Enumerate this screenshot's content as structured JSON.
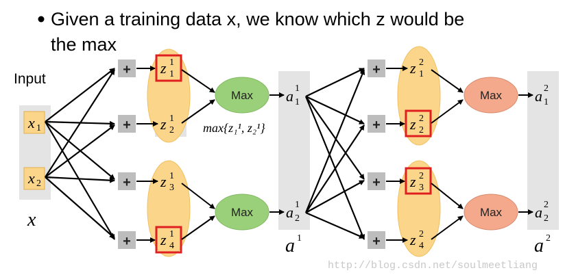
{
  "bullet": {
    "line1": "Given a training data x, we know which z would be",
    "line2": "the max"
  },
  "input_label": "Input",
  "x_label": "x",
  "x_nodes": [
    {
      "sym": "x",
      "sub": "1"
    },
    {
      "sym": "x",
      "sub": "2"
    }
  ],
  "plus_symbol": "+",
  "layer1_z": [
    {
      "sym": "z",
      "sub": "1",
      "sup": "1",
      "selected": true
    },
    {
      "sym": "z",
      "sub": "2",
      "sup": "1",
      "selected": false
    },
    {
      "sym": "z",
      "sub": "3",
      "sup": "1",
      "selected": false
    },
    {
      "sym": "z",
      "sub": "4",
      "sup": "1",
      "selected": true
    }
  ],
  "layer2_z": [
    {
      "sym": "z",
      "sub": "1",
      "sup": "2",
      "selected": false
    },
    {
      "sym": "z",
      "sub": "2",
      "sup": "2",
      "selected": true
    },
    {
      "sym": "z",
      "sub": "3",
      "sup": "2",
      "selected": true
    },
    {
      "sym": "z",
      "sub": "4",
      "sup": "2",
      "selected": false
    }
  ],
  "max_label": "Max",
  "max_formula": "max{z₁¹, z₂¹}",
  "a1_nodes": [
    {
      "sym": "a",
      "sub": "1",
      "sup": "1"
    },
    {
      "sym": "a",
      "sub": "2",
      "sup": "1"
    }
  ],
  "a2_nodes": [
    {
      "sym": "a",
      "sub": "1",
      "sup": "2"
    },
    {
      "sym": "a",
      "sub": "2",
      "sup": "2"
    }
  ],
  "a1_label": {
    "sym": "a",
    "sup": "1"
  },
  "a2_label": {
    "sym": "a",
    "sup": "2"
  },
  "watermark": "http://blog.csdn.net/soulmeetliang",
  "colors": {
    "ellipse_fill": "#fbd58a",
    "ellipse_stroke": "#f0c060",
    "max1_fill": "#9bd07a",
    "max2_fill": "#f4a98c",
    "highlight": "#e02020",
    "column_bg": "#e4e4e4",
    "plus_bg": "#bdbdbd",
    "x_fill": "#fbd58a"
  }
}
